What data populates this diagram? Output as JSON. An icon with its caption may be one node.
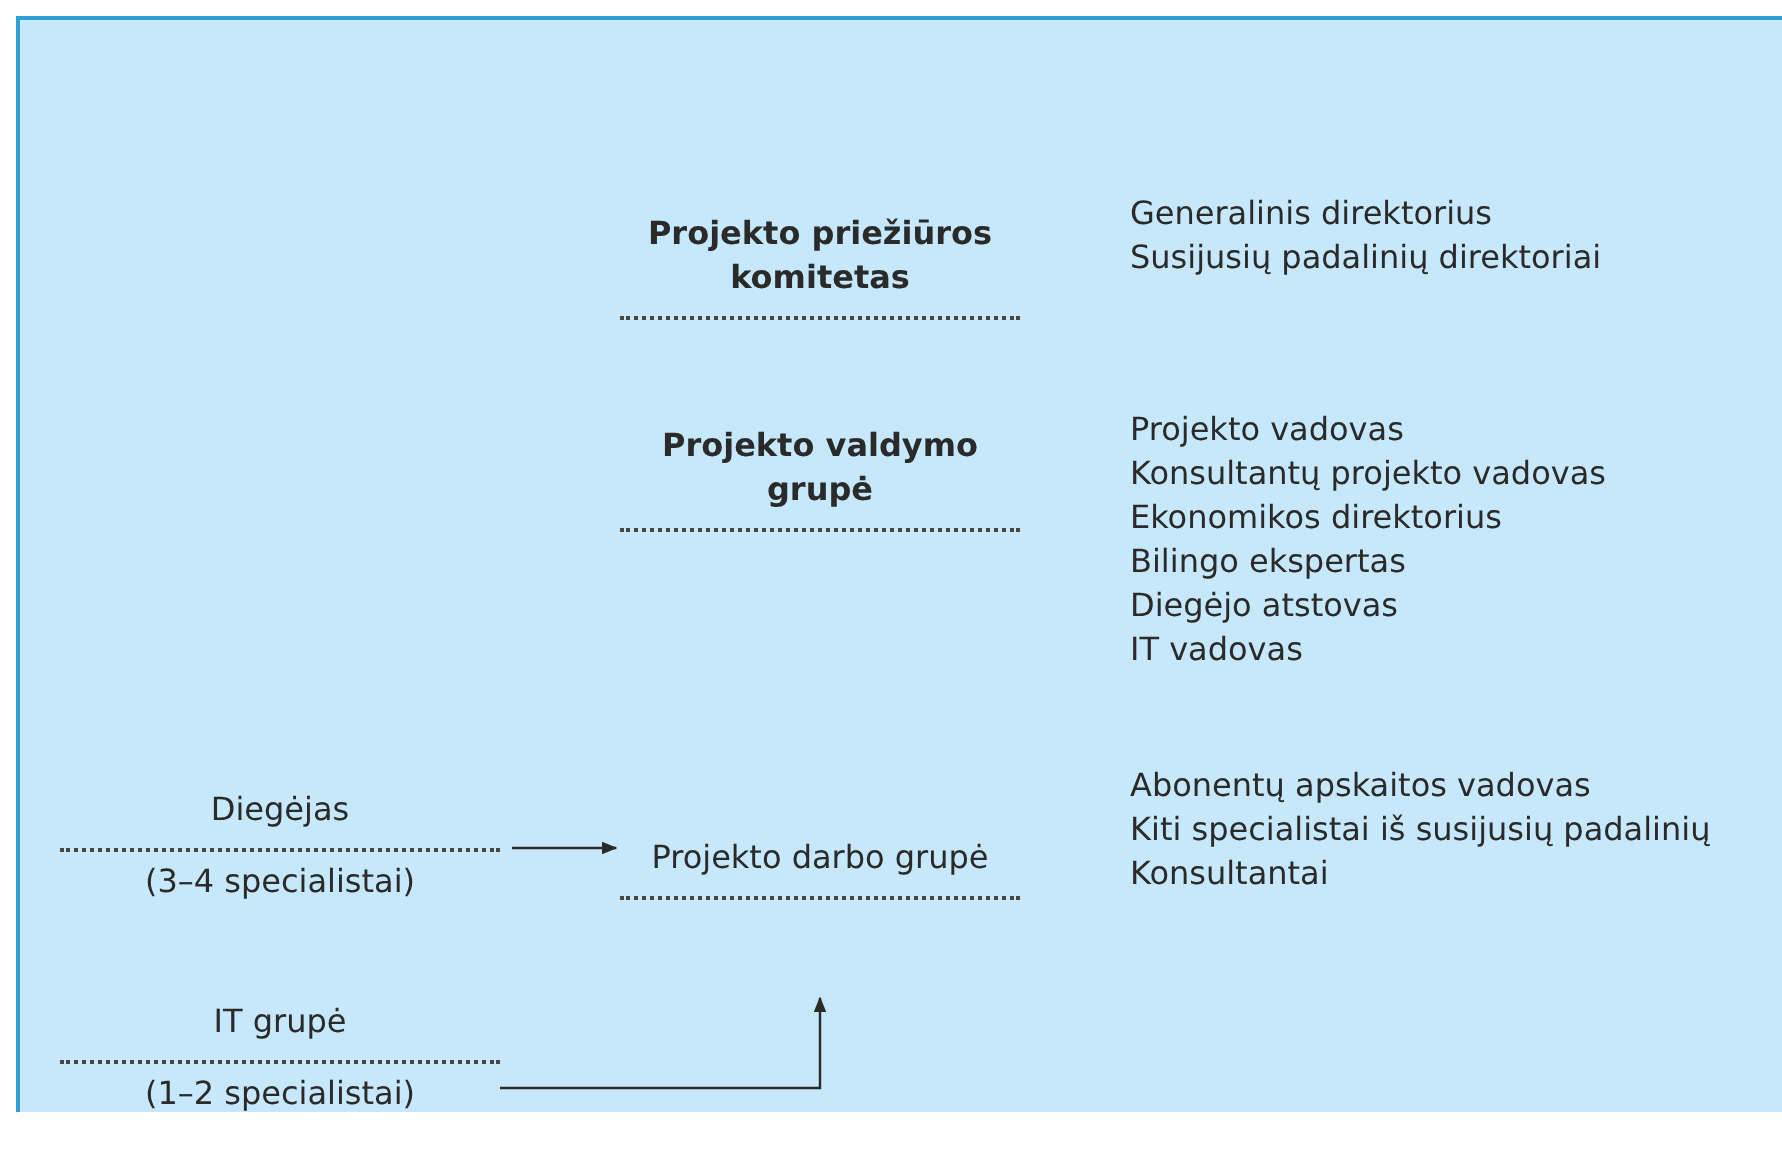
{
  "diagram": {
    "nodes": [
      {
        "text": [
          "Projekto priežiūros komitetas"
        ],
        "beside": [
          "Generalinis direktorius",
          "Susijusių padalinių direktoriai"
        ]
      },
      {
        "text": [
          "Projekto valdymo grupė"
        ],
        "beside": [
          "Projekto vadovas",
          "Konsultantų projekto vadovas",
          "Ekonomikos direktorius",
          "Bilingo ekspertas",
          "Diegėjo atstovas",
          "IT vadovas"
        ]
      },
      {
        "text": [
          "Projekto darbo grupė"
        ],
        "beside": [
          "Abonentų apskaitos vadovas",
          "Kiti specialistai iš susijusių padalinių",
          "Konsultantai"
        ]
      },
      {
        "text": [
          "Diegėjas",
          "(3–4 specialistai)"
        ]
      },
      {
        "text": [
          "IT grupė",
          "(1–2 specialistai)"
        ]
      }
    ],
    "edges": [
      {
        "from": 3,
        "to": 2,
        "arrow": "to"
      },
      {
        "from": 4,
        "to": 2,
        "arrow": "to"
      }
    ]
  }
}
